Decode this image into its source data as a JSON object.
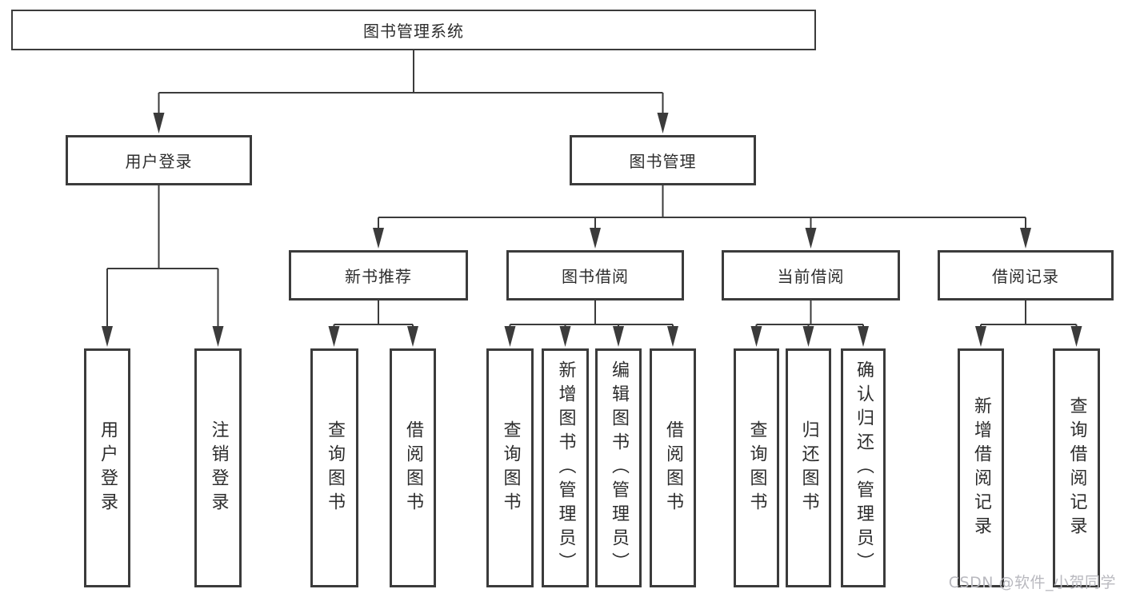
{
  "page": {
    "background": "#ffffff",
    "line_color": "#3b3b3b",
    "text_color": "#2d2d2d"
  },
  "diagram": {
    "root": {
      "label": "图书管理系统"
    },
    "branches": [
      {
        "label": "用户登录",
        "leaves": [
          {
            "label": "用户登录"
          },
          {
            "label": "注销登录"
          }
        ]
      },
      {
        "label": "图书管理",
        "groups": [
          {
            "label": "新书推荐",
            "leaves": [
              {
                "label": "查询图书"
              },
              {
                "label": "借阅图书"
              }
            ]
          },
          {
            "label": "图书借阅",
            "leaves": [
              {
                "label": "查询图书"
              },
              {
                "label": "新增图书（管理员）"
              },
              {
                "label": "编辑图书（管理员）"
              },
              {
                "label": "借阅图书"
              }
            ]
          },
          {
            "label": "当前借阅",
            "leaves": [
              {
                "label": "查询图书"
              },
              {
                "label": "归还图书"
              },
              {
                "label": "确认归还（管理员）"
              }
            ]
          },
          {
            "label": "借阅记录",
            "leaves": [
              {
                "label": "新增借阅记录"
              },
              {
                "label": "查询借阅记录"
              }
            ]
          }
        ]
      }
    ]
  },
  "watermark": {
    "text": "CSDN @软件_小贺同学",
    "color": "#b9b9bf"
  }
}
